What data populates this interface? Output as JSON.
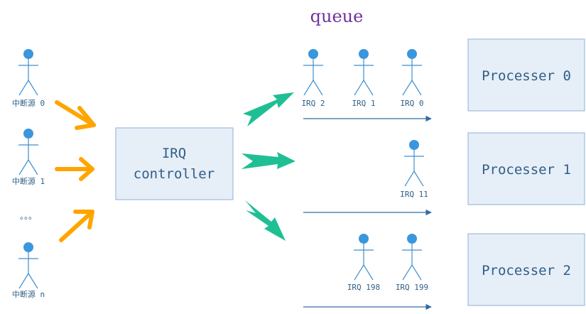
{
  "title": "queue",
  "sources": [
    {
      "label": "中断源 0"
    },
    {
      "label": "中断源 1"
    },
    {
      "label": "中断源 n"
    }
  ],
  "ellipsis": "。。。",
  "controller": {
    "line1": "IRQ",
    "line2": "controller"
  },
  "queues": [
    {
      "irqs": [
        "IRQ 2",
        "IRQ 1",
        "IRQ 0"
      ]
    },
    {
      "irqs": [
        "IRQ 11"
      ]
    },
    {
      "irqs": [
        "IRQ 198",
        "IRQ 199"
      ]
    }
  ],
  "processors": [
    {
      "label": "Processer 0"
    },
    {
      "label": "Processer 1"
    },
    {
      "label": "Processer 2"
    }
  ],
  "colors": {
    "figure": "#3d8fd1",
    "figure_head": "#3a96dd",
    "box_fill": "#e6eef8",
    "box_stroke": "#8fb0d6",
    "box_text": "#2f5f86",
    "orange_arrow": "#ffa500",
    "green_arrow": "#1fbf94",
    "queue_line": "#2e6da4",
    "title": "#7030a0"
  },
  "icons": [
    "person-icon",
    "orange-arrow-icon",
    "green-arrow-icon"
  ]
}
